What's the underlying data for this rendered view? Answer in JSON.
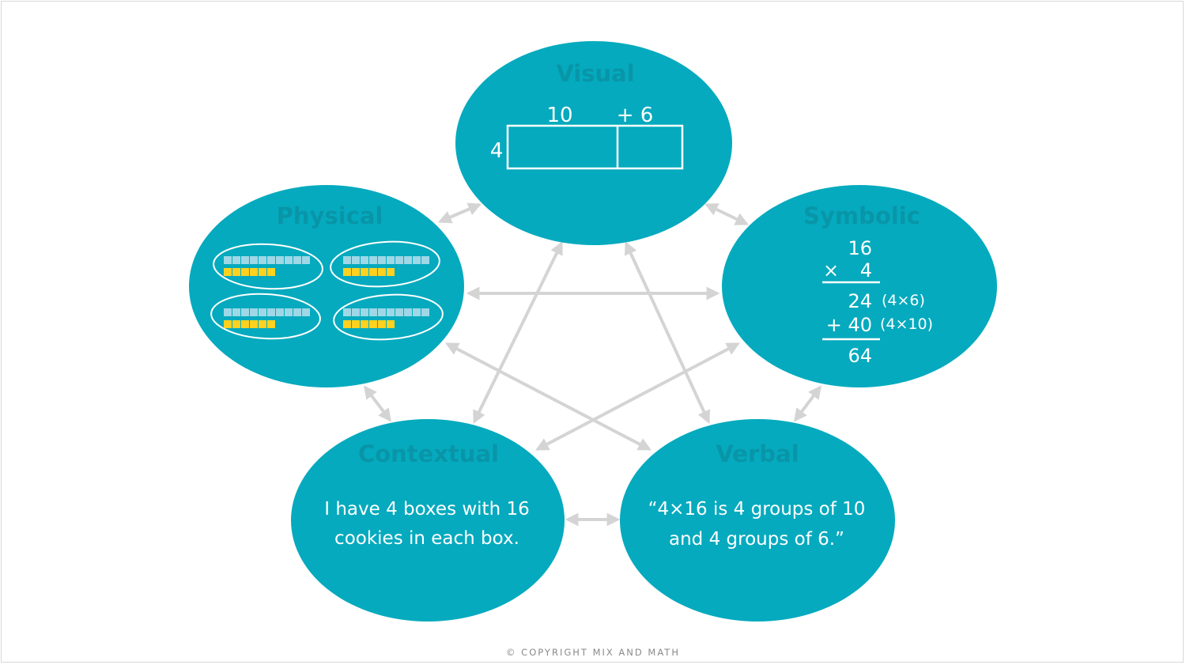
{
  "colors": {
    "oval": "#05aabe",
    "title": "#0995a8",
    "arrow": "#d4d4d4",
    "blue_block": "#9ed8e6",
    "yellow_block": "#ffd21f"
  },
  "nodes": {
    "visual": {
      "title": "Visual",
      "top_left_label": "10",
      "top_right_label": "+ 6",
      "side_label": "4"
    },
    "physical": {
      "title": "Physical"
    },
    "symbolic": {
      "title": "Symbolic",
      "line1": "16",
      "line2_sign": "×",
      "line2_num": "4",
      "partial1": "24",
      "partial1_note": "(4×6)",
      "partial2": "+ 40",
      "partial2_note": "(4×10)",
      "result": "64"
    },
    "contextual": {
      "title": "Contextual",
      "line1": "I have 4 boxes with 16",
      "line2": "cookies in each box."
    },
    "verbal": {
      "title": "Verbal",
      "line1": "“4×16 is 4 groups of 10",
      "line2": "and 4 groups of 6.”"
    }
  },
  "footer": "© COPYRIGHT MIX AND MATH"
}
